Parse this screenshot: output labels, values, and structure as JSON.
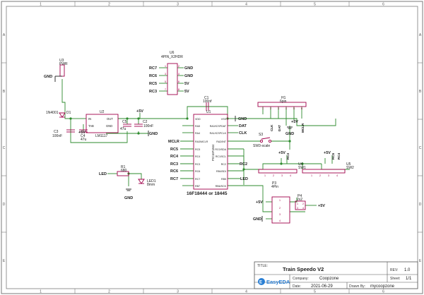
{
  "frame": {
    "col_labels": [
      "1",
      "2",
      "3",
      "4",
      "5",
      "6"
    ],
    "row_labels": [
      "A",
      "B",
      "C",
      "D",
      "E"
    ]
  },
  "components": {
    "U3": {
      "ref": "U3",
      "value": "PWR"
    },
    "U2": {
      "ref": "U2",
      "value": "LM1117",
      "pin_in": "IN",
      "pin_out": "OUT",
      "pin_tab": "TAB",
      "pin_gnd": "GND"
    },
    "D1": {
      "ref": "D1",
      "value": "1N4001"
    },
    "C3": {
      "ref": "C3",
      "value": "100nF"
    },
    "C4": {
      "ref": "C4",
      "value": "47u"
    },
    "C5": {
      "ref": "C5",
      "value": "47u"
    },
    "C2": {
      "ref": "C2",
      "value": "100nF"
    },
    "C1": {
      "ref": "C1",
      "value": "100nf"
    },
    "U6": {
      "ref": "U6",
      "value": "4PIN_X2HDR"
    },
    "U1": {
      "ref": "U1",
      "value": "PIC16F1844",
      "pins_left": [
        "VDD",
        "RA5",
        "RA4",
        "RA3/MCLR",
        "RC5",
        "RC4",
        "RC3",
        "RC6",
        "RC7",
        "RB7"
      ],
      "pins_right": [
        "VSS",
        "RA0/ICSPDAT",
        "RA1/ICSPCLK",
        "RA2/INT",
        "RC0/SDA",
        "RC1/SCL",
        "RC2",
        "RB4/SDI",
        "RB5",
        "RB6/SCK"
      ]
    },
    "H1": {
      "ref": "H1",
      "value": "6pin"
    },
    "S3": {
      "ref": "S3",
      "value": "SW3-scale"
    },
    "SW1": {
      "ref": "U4",
      "value": "SW1"
    },
    "SW2": {
      "ref": "U5",
      "value": "SW2"
    },
    "R1": {
      "ref": "R1",
      "value": "680"
    },
    "LED1": {
      "ref": "LED1",
      "value": "8mm"
    },
    "P3": {
      "ref": "P3",
      "value": "4Pin"
    },
    "P4": {
      "ref": "P4",
      "value": "2x2"
    }
  },
  "nets": {
    "gnd": "GND",
    "vcc": "+5V",
    "vcc_short": "5V",
    "rc7": "RC7",
    "rc6": "RC6",
    "rc5": "RC5",
    "rc3": "RC3",
    "rc4": "RC4",
    "rc2": "RC2",
    "dat": "DAT",
    "clk": "CLK",
    "mclr": "MCLR",
    "led": "LED"
  },
  "pin_numbers": {
    "u6": [
      "1",
      "2",
      "3",
      "4",
      "5",
      "6",
      "7",
      "8"
    ],
    "p3": [
      "1",
      "2",
      "3",
      "4"
    ],
    "p4": [
      "1",
      "2",
      "3",
      "4"
    ],
    "h1": [
      "1",
      "2",
      "3",
      "4",
      "5",
      "6"
    ],
    "sw": [
      "1",
      "2",
      "3",
      "4"
    ]
  },
  "chip_note": "16F18444 or 18445",
  "title_block": {
    "title_label": "TITLE:",
    "title": "Train Speedo V2",
    "rev_label": "REV:",
    "rev": "1.0",
    "company_label": "Company:",
    "company": "Coopzone",
    "sheet_label": "Sheet:",
    "sheet": "1/1",
    "date_label": "Date:",
    "date": "2021-06-29",
    "drawn_label": "Drawn By:",
    "drawn": "mycoopzone",
    "logo": "EasyEDA"
  }
}
